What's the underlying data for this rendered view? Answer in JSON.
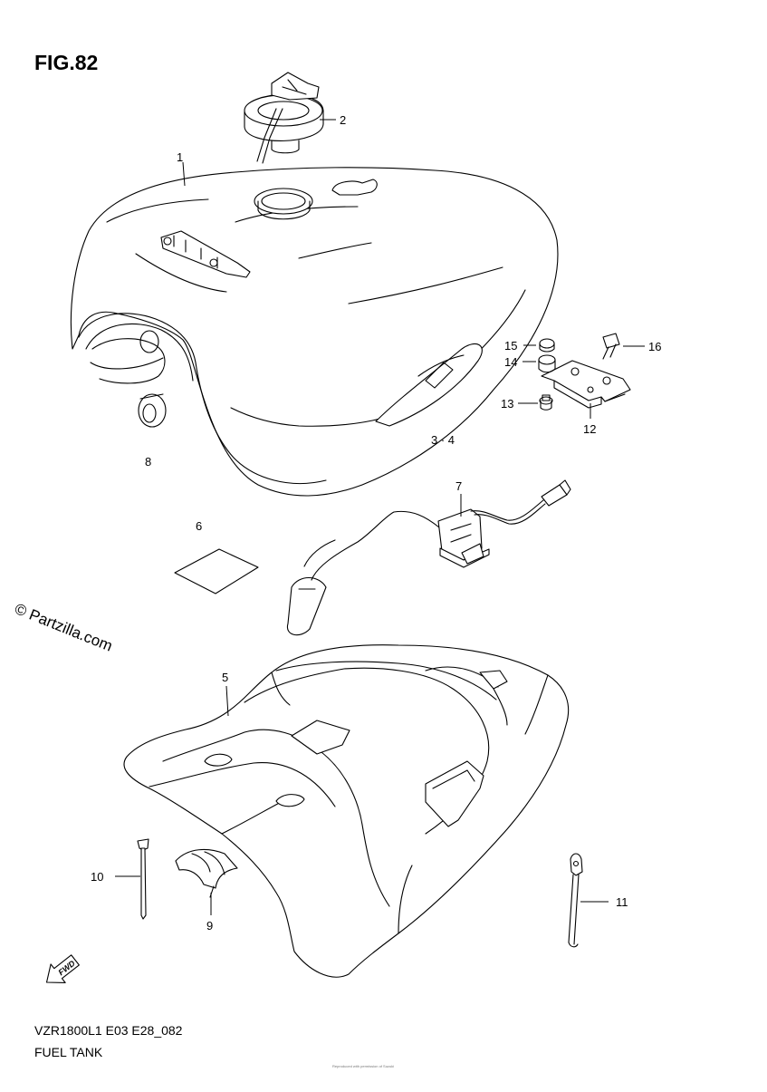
{
  "figure": {
    "title": "FIG.82",
    "code": "VZR1800L1 E03 E28_082",
    "name": "FUEL TANK",
    "fine_print": "Reproduced with permission of Suzuki"
  },
  "watermark": "© Partzilla.com",
  "fwd_arrow": "FWD",
  "callouts": {
    "c1": "1",
    "c2": "2",
    "c3_4": "3 · 4",
    "c5": "5",
    "c6": "6",
    "c7": "7",
    "c8": "8",
    "c9": "9",
    "c10": "10",
    "c11": "11",
    "c12": "12",
    "c13": "13",
    "c14": "14",
    "c15": "15",
    "c16": "16"
  },
  "icons": {
    "fwd": "fwd-arrow-icon",
    "copyright": "copyright-icon"
  }
}
